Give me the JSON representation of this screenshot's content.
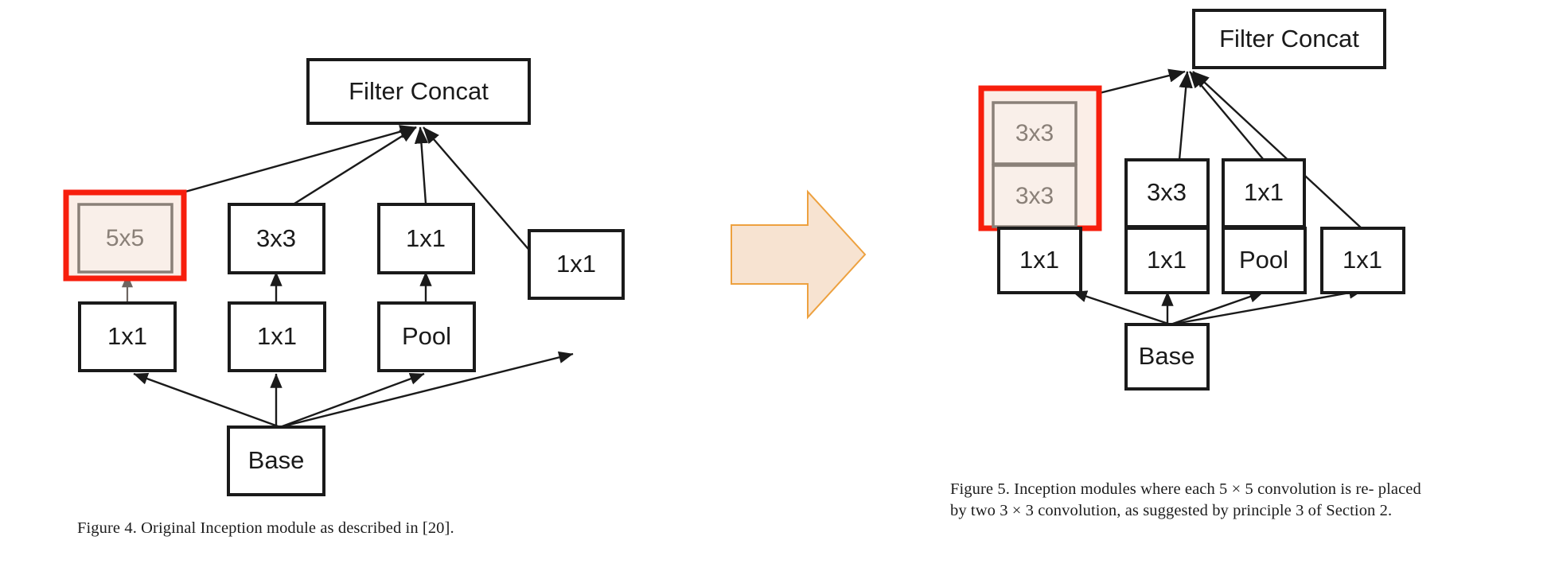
{
  "figure_left": {
    "id": "figure-4",
    "caption": "Figure 4. Original Inception module as described in [20].",
    "highlight_color": "#f71e0c",
    "highlight_fill": "#fbeee7",
    "nodes": {
      "filter_concat": "Filter Concat",
      "branch1_conv": "5x5",
      "branch1_reduce": "1x1",
      "branch2_conv": "3x3",
      "branch2_reduce": "1x1",
      "branch3_conv": "1x1",
      "branch3_pool": "Pool",
      "branch4_conv": "1x1",
      "base": "Base"
    }
  },
  "figure_right": {
    "id": "figure-5",
    "caption_line1": "Figure 5. Inception modules where each 5 × 5 convolution is re-",
    "caption_line2": "placed by two 3 × 3 convolution, as suggested by principle 3 of",
    "caption_line3": "Section 2.",
    "highlight_color": "#f71e0c",
    "highlight_fill": "#fbeee7",
    "nodes": {
      "filter_concat": "Filter Concat",
      "branch1_conv_top": "3x3",
      "branch1_conv_bottom": "3x3",
      "branch1_reduce": "1x1",
      "branch2_conv": "3x3",
      "branch2_reduce": "1x1",
      "branch3_conv": "1x1",
      "branch3_pool": "Pool",
      "branch4_conv": "1x1",
      "base": "Base"
    }
  },
  "transform_arrow": {
    "name": "right-arrow",
    "fill": "#f7e3d1",
    "stroke": "#eda13f"
  },
  "chart_data": {
    "type": "diagram",
    "title": "Inception module transformation: 5x5 replaced by two 3x3",
    "diagrams": [
      {
        "id": "figure-4",
        "title": "Original Inception module",
        "nodes": [
          {
            "id": "base",
            "label": "Base",
            "row": 0
          },
          {
            "id": "b1_reduce",
            "label": "1x1",
            "row": 1
          },
          {
            "id": "b2_reduce",
            "label": "1x1",
            "row": 1
          },
          {
            "id": "b3_pool",
            "label": "Pool",
            "row": 1
          },
          {
            "id": "b4_conv",
            "label": "1x1",
            "row": 1
          },
          {
            "id": "b1_conv",
            "label": "5x5",
            "row": 2,
            "highlighted": true
          },
          {
            "id": "b2_conv",
            "label": "3x3",
            "row": 2
          },
          {
            "id": "b3_conv",
            "label": "1x1",
            "row": 2
          },
          {
            "id": "concat",
            "label": "Filter Concat",
            "row": 3
          }
        ],
        "edges": [
          [
            "base",
            "b1_reduce"
          ],
          [
            "base",
            "b2_reduce"
          ],
          [
            "base",
            "b3_pool"
          ],
          [
            "base",
            "b4_conv"
          ],
          [
            "b1_reduce",
            "b1_conv"
          ],
          [
            "b2_reduce",
            "b2_conv"
          ],
          [
            "b3_pool",
            "b3_conv"
          ],
          [
            "b1_conv",
            "concat"
          ],
          [
            "b2_conv",
            "concat"
          ],
          [
            "b3_conv",
            "concat"
          ],
          [
            "b4_conv",
            "concat"
          ]
        ]
      },
      {
        "id": "figure-5",
        "title": "Inception module with 5x5 replaced by two 3x3",
        "nodes": [
          {
            "id": "base",
            "label": "Base",
            "row": 0
          },
          {
            "id": "b1_reduce",
            "label": "1x1",
            "row": 1
          },
          {
            "id": "b2_reduce",
            "label": "1x1",
            "row": 1
          },
          {
            "id": "b3_pool",
            "label": "Pool",
            "row": 1
          },
          {
            "id": "b4_conv",
            "label": "1x1",
            "row": 1
          },
          {
            "id": "b1_conv_a",
            "label": "3x3",
            "row": 2,
            "highlighted": true
          },
          {
            "id": "b2_conv",
            "label": "3x3",
            "row": 2
          },
          {
            "id": "b3_conv",
            "label": "1x1",
            "row": 2
          },
          {
            "id": "b1_conv_b",
            "label": "3x3",
            "row": 3,
            "highlighted": true
          },
          {
            "id": "concat",
            "label": "Filter Concat",
            "row": 4
          }
        ],
        "edges": [
          [
            "base",
            "b1_reduce"
          ],
          [
            "base",
            "b2_reduce"
          ],
          [
            "base",
            "b3_pool"
          ],
          [
            "base",
            "b4_conv"
          ],
          [
            "b1_reduce",
            "b1_conv_a"
          ],
          [
            "b1_conv_a",
            "b1_conv_b"
          ],
          [
            "b2_reduce",
            "b2_conv"
          ],
          [
            "b3_pool",
            "b3_conv"
          ],
          [
            "b1_conv_b",
            "concat"
          ],
          [
            "b2_conv",
            "concat"
          ],
          [
            "b3_conv",
            "concat"
          ],
          [
            "b4_conv",
            "concat"
          ]
        ]
      }
    ]
  }
}
